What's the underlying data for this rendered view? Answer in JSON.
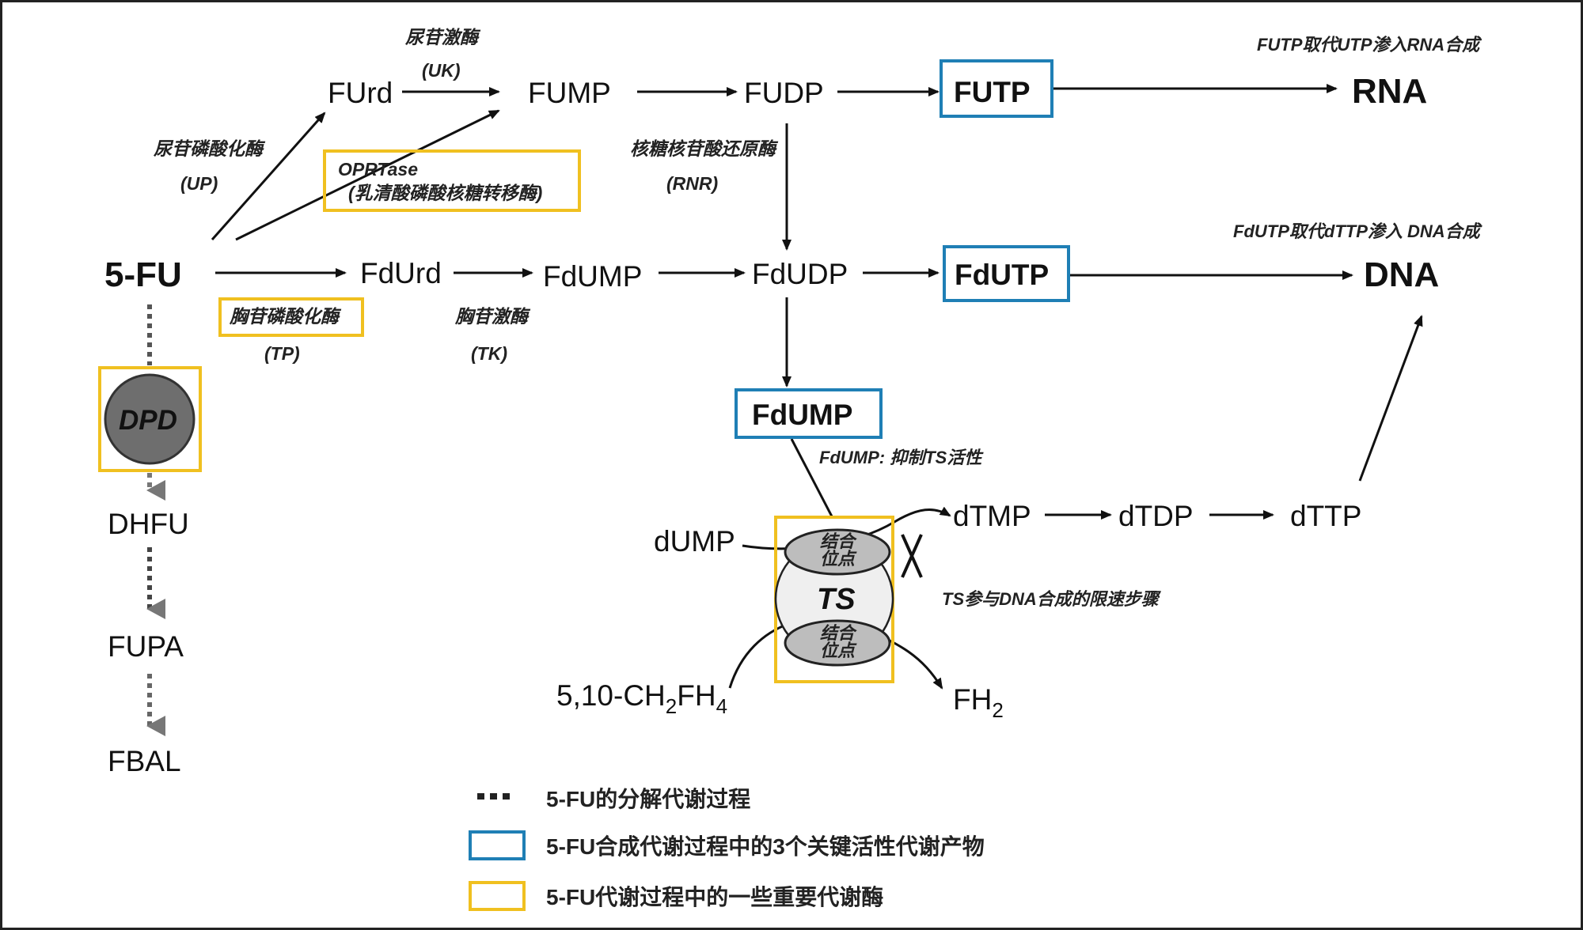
{
  "diagram": {
    "nodes": {
      "fu5": "5-FU",
      "furd": "FUrd",
      "fump": "FUMP",
      "fudp": "FUDP",
      "futp": "FUTP",
      "rna": "RNA",
      "fdurd": "FdUrd",
      "fdump": "FdUMP",
      "fdudp": "FdUDP",
      "fdutp": "FdUTP",
      "dna": "DNA",
      "fdump_box": "FdUMP",
      "dpd": "DPD",
      "dhfu": "DHFU",
      "fupa": "FUPA",
      "fbal": "FBAL",
      "dump": "dUMP",
      "dtmp": "dTMP",
      "dtdp": "dTDP",
      "dttp": "dTTP",
      "ts": "TS",
      "ch2fh4_main": "5,10-CH",
      "ch2fh4_sub": "2",
      "ch2fh4_fh": "FH",
      "ch2fh4_sub2": "4",
      "fh2_main": "FH",
      "fh2_sub": "2",
      "block_mark": "X"
    },
    "enzymes": {
      "uk_cn": "尿苷激酶",
      "uk": "(UK)",
      "up_cn": "尿苷磷酸化酶",
      "up": "(UP)",
      "oprt_line1": "OPRTase",
      "oprt_line2": "(乳清酸磷酸核糖转移酶)",
      "rnr_cn": "核糖核苷酸还原酶",
      "rnr": "(RNR)",
      "tp_cn": "胸苷磷酸化酶",
      "tp": "(TP)",
      "tk_cn": "胸苷激酶",
      "tk": "(TK)"
    },
    "notes": {
      "futp_rna": "FUTP取代UTP渗入RNA合成",
      "fdutp_dna": "FdUTP取代dTTP渗入 DNA合成",
      "fdump_ts": "FdUMP: 抑制TS活性",
      "ts_dna": "TS参与DNA合成的限速步骤",
      "ts_top_1": "结合",
      "ts_top_2": "位点",
      "ts_bot_1": "结合",
      "ts_bot_2": "位点"
    },
    "colors": {
      "blue": "#1f7fb5",
      "yellow": "#f0c020",
      "dpd_fill": "#6e6e6e"
    }
  },
  "legend": {
    "dashed": "5-FU的分解代谢过程",
    "blue": "5-FU合成代谢过程中的3个关键活性代谢产物",
    "yellow": "5-FU代谢过程中的一些重要代谢酶"
  }
}
